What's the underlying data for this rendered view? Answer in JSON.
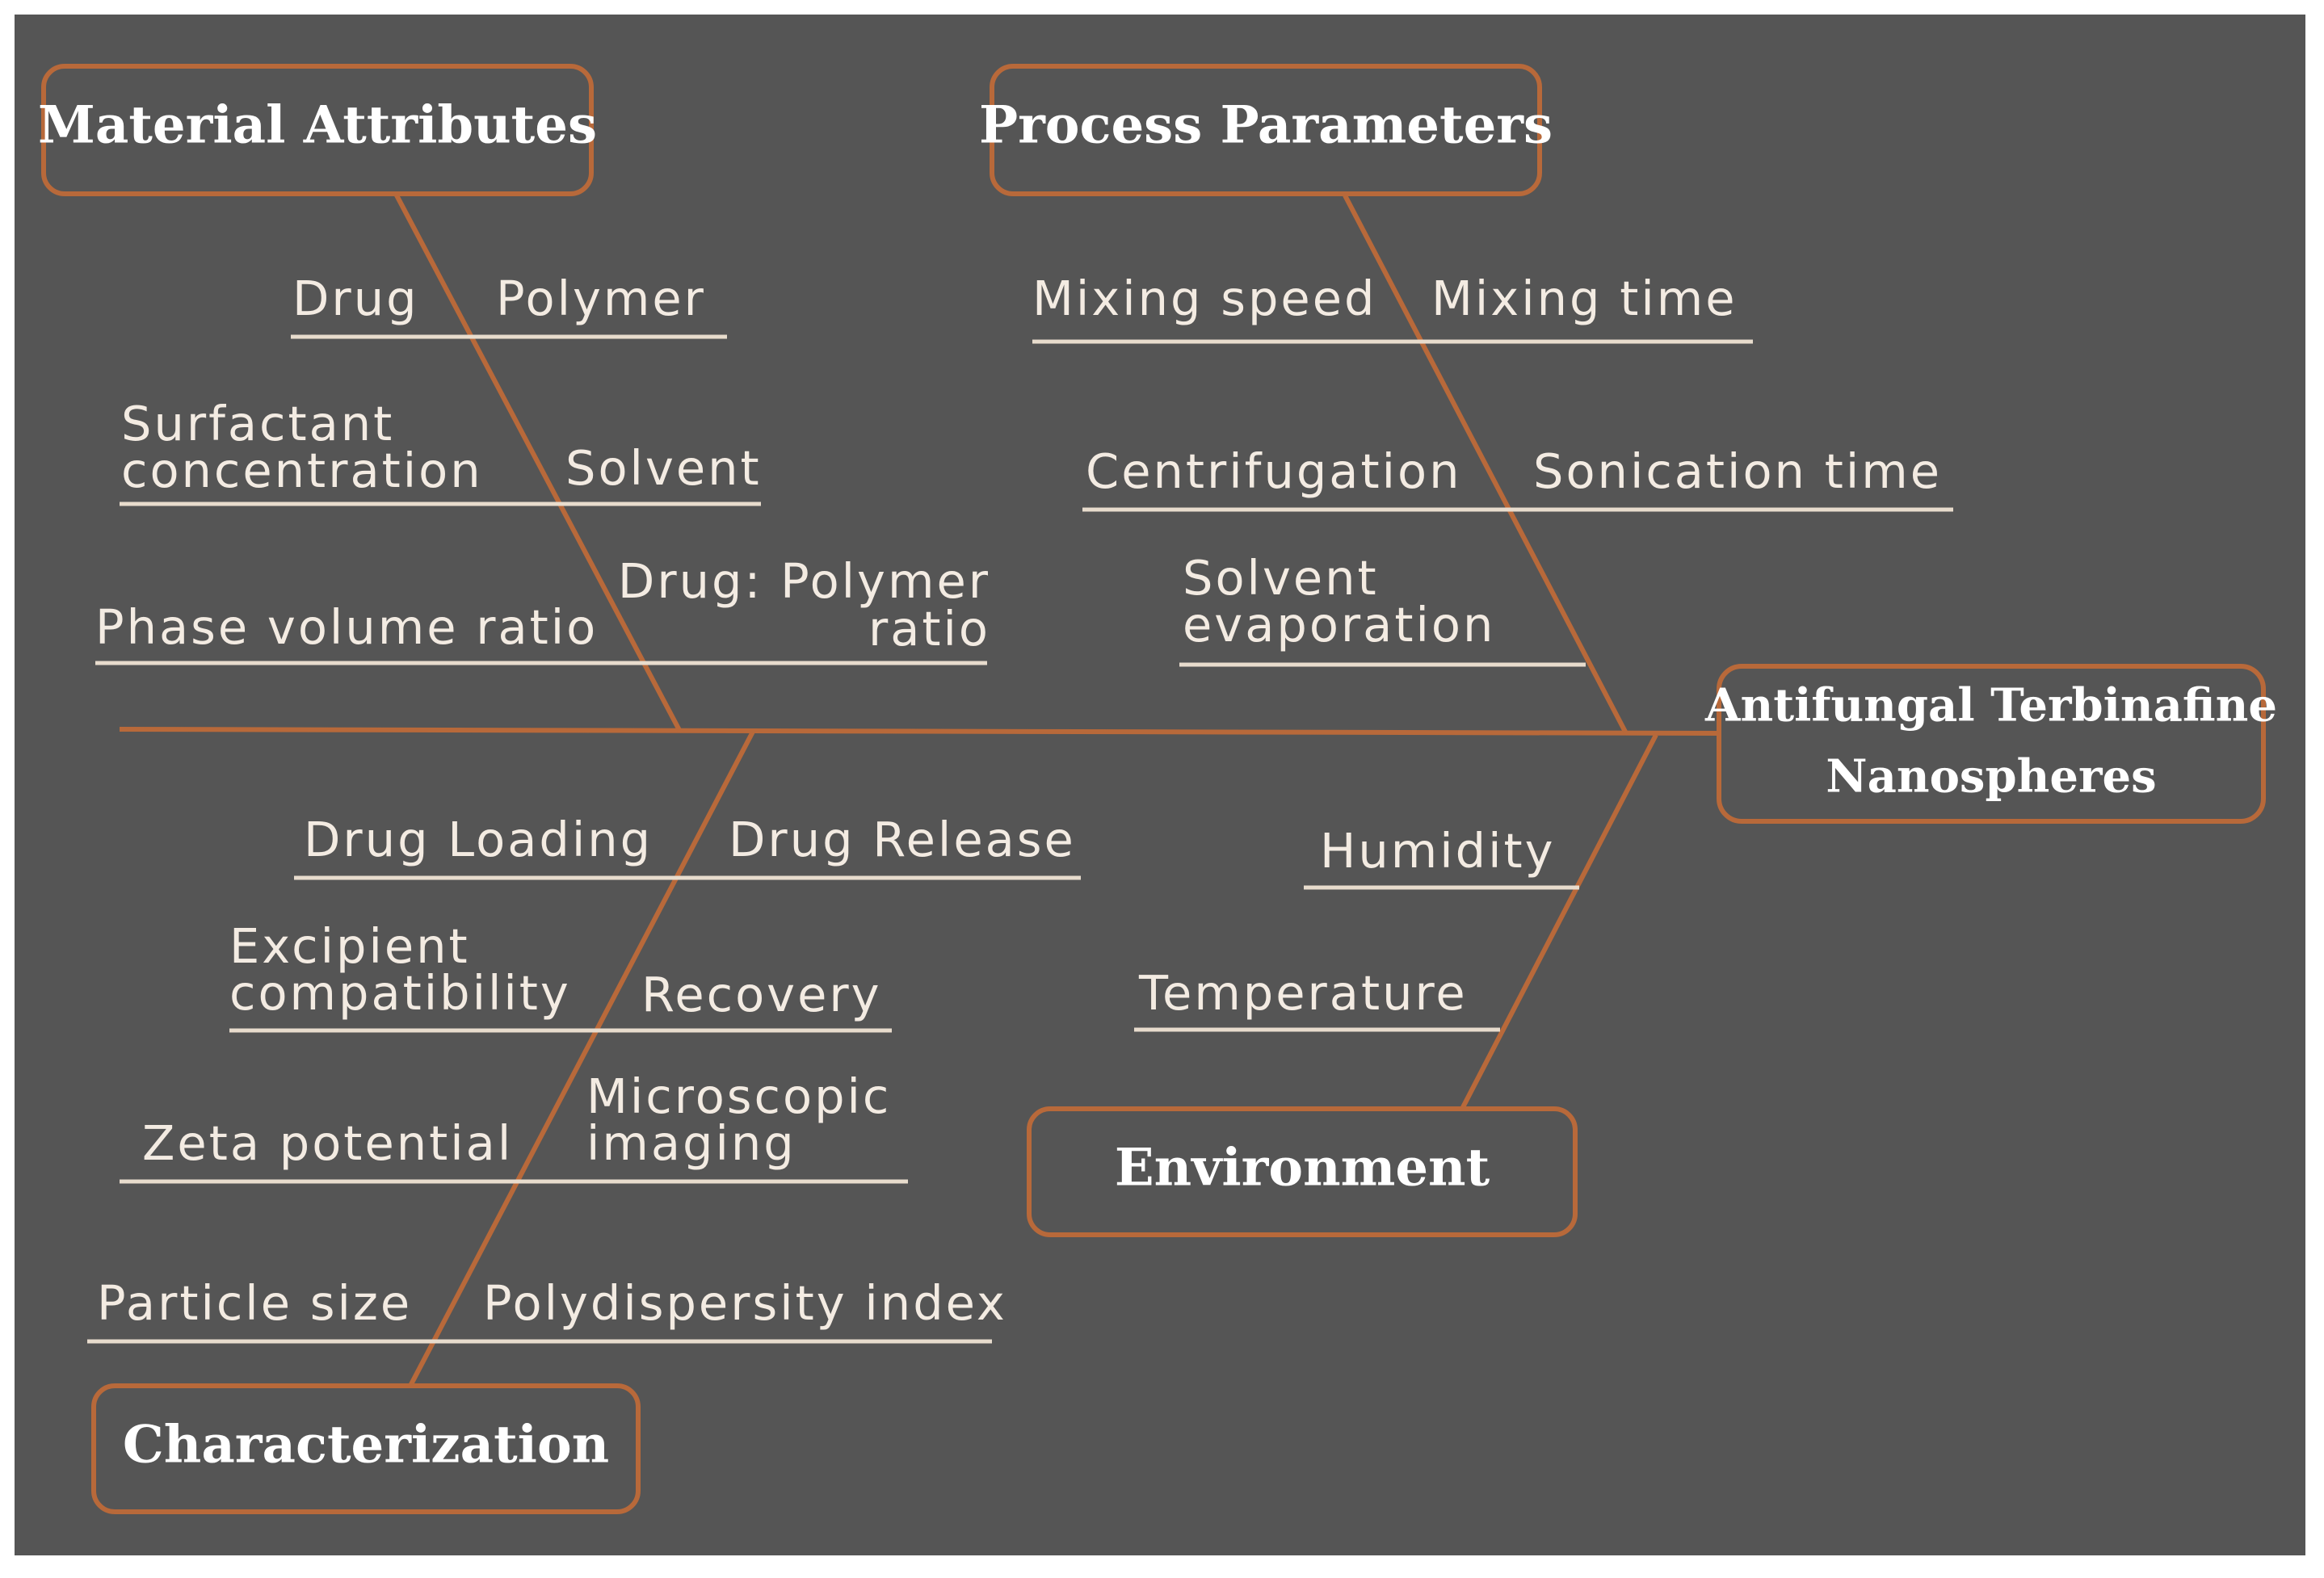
{
  "colors": {
    "background": "#555555",
    "accent": "#b8693a",
    "label_text": "#f3ebe2",
    "underline": "#e8dccd",
    "category_text": "#ffffff"
  },
  "effect": {
    "line1": "Antifungal Terbinafine",
    "line2": "Nanospheres"
  },
  "categories": {
    "material": "Material Attributes",
    "process": "Process Parameters",
    "environment": "Environment",
    "characterization": "Characterization"
  },
  "causes": {
    "material": {
      "drug": "Drug",
      "polymer": "Polymer",
      "surfactant_line1": "Surfactant",
      "surfactant_line2": "concentration",
      "solvent": "Solvent",
      "phase_volume_ratio": "Phase volume ratio",
      "drug_polymer_line1": "Drug: Polymer",
      "drug_polymer_line2": "ratio"
    },
    "process": {
      "mixing_speed": "Mixing speed",
      "mixing_time": "Mixing time",
      "centrifugation": "Centrifugation",
      "sonication_time": "Sonication time",
      "solvent_evap_line1": "Solvent",
      "solvent_evap_line2": "evaporation"
    },
    "environment": {
      "humidity": "Humidity",
      "temperature": "Temperature"
    },
    "characterization": {
      "drug_loading": "Drug Loading",
      "drug_release": "Drug Release",
      "excipient_line1": "Excipient",
      "excipient_line2": "compatibility",
      "recovery": "Recovery",
      "zeta_potential": "Zeta potential",
      "microscopic_line1": "Microscopic",
      "microscopic_line2": "imaging",
      "particle_size": "Particle size",
      "pdi": "Polydispersity index"
    }
  }
}
